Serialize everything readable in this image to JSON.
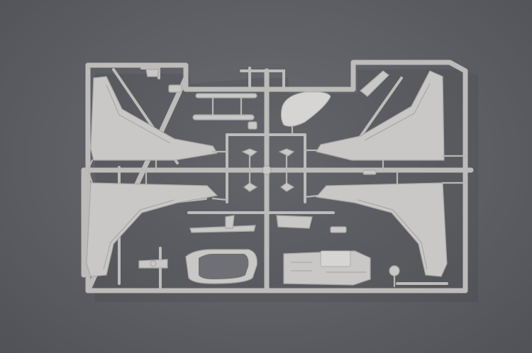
{
  "scene": {
    "subject": "plastic-model-sprue",
    "parts": [
      "left-upper-wing",
      "left-lower-wing",
      "right-upper-wing",
      "right-lower-wing",
      "nose-cone",
      "canopy-frame",
      "engine-component",
      "missile-fins",
      "landing-gear-struts"
    ],
    "colors": {
      "background": "#5f6166",
      "plastic": "#c9c8c6",
      "frame": "#bdbcba"
    }
  }
}
